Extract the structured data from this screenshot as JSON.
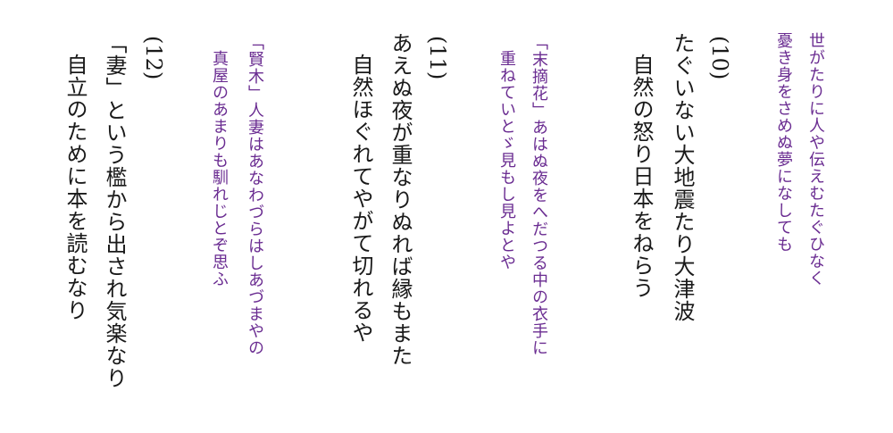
{
  "accent_color": "#6a2c91",
  "text_color": "#1a1a1a",
  "poems": [
    {
      "original_lines": [
        "世がたりに人や伝えむたぐひなく",
        "憂き身をさめぬ夢になしても"
      ],
      "number": "(10)",
      "parody_lines": [
        "たぐいない大地震たり大津波",
        "自然の怒り日本をねらう"
      ]
    },
    {
      "source": "「末摘花」",
      "original_lines": [
        "あはぬ夜をへだつる中の衣手に",
        "重ねていとゞ見もし見よとや"
      ],
      "number": "(11)",
      "parody_lines": [
        "あえぬ夜が重なりぬれば縁もまた",
        "自然ほぐれてやがて切れるや"
      ]
    },
    {
      "source": "「賢木」",
      "original_lines": [
        "人妻はあなわづらはしあづまやの",
        "真屋のあまりも馴れじとぞ思ふ"
      ],
      "number": "(12)",
      "parody_lines": [
        "「妻」という檻から出され気楽なり",
        "自立のために本を読むなり"
      ]
    }
  ]
}
